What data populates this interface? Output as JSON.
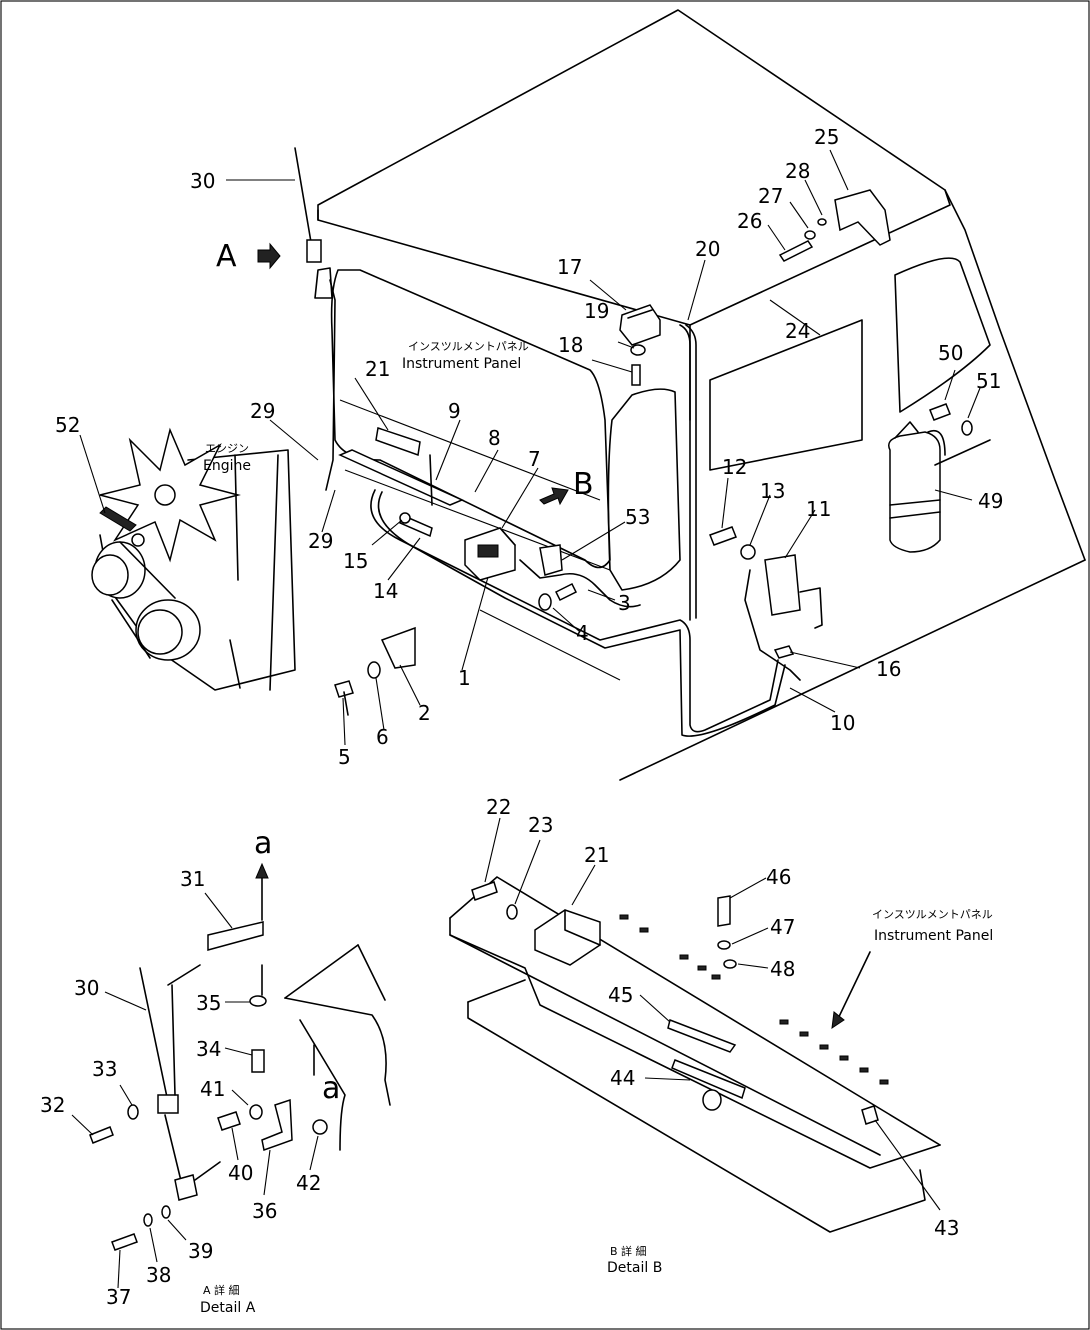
{
  "callouts": {
    "n1": "1",
    "n2": "2",
    "n3": "3",
    "n4": "4",
    "n5": "5",
    "n6": "6",
    "n7": "7",
    "n8": "8",
    "n9": "9",
    "n10": "10",
    "n11": "11",
    "n12": "12",
    "n13": "13",
    "n14": "14",
    "n15": "15",
    "n16": "16",
    "n17": "17",
    "n18": "18",
    "n19": "19",
    "n20": "20",
    "n21": "21",
    "n24": "24",
    "n25": "25",
    "n26": "26",
    "n27": "27",
    "n28": "28",
    "n29a": "29",
    "n29b": "29",
    "n30": "30",
    "n49": "49",
    "n50": "50",
    "n51": "51",
    "n52": "52",
    "n53": "53",
    "dA_30": "30",
    "dA_31": "31",
    "dA_32": "32",
    "dA_33": "33",
    "dA_34": "34",
    "dA_35": "35",
    "dA_36": "36",
    "dA_37": "37",
    "dA_38": "38",
    "dA_39": "39",
    "dA_40": "40",
    "dA_41": "41",
    "dA_42": "42",
    "dB_21": "21",
    "dB_22": "22",
    "dB_23": "23",
    "dB_43": "43",
    "dB_44": "44",
    "dB_45": "45",
    "dB_46": "46",
    "dB_47": "47",
    "dB_48": "48"
  },
  "markers": {
    "view_a": "A",
    "view_b": "B",
    "ref_a_top": "a",
    "ref_a_side": "a"
  },
  "labels": {
    "engine_jp": "エンジン",
    "engine_en": "Engine",
    "panel_jp": "インスツルメントパネル",
    "panel_en": "Instrument Panel",
    "detail_b_panel_jp": "インスツルメントパネル",
    "detail_b_panel_en": "Instrument Panel",
    "detail_a_jp": "A 詳 細",
    "detail_a_en": "Detail A",
    "detail_b_jp": "B 詳 細",
    "detail_b_en": "Detail B"
  }
}
